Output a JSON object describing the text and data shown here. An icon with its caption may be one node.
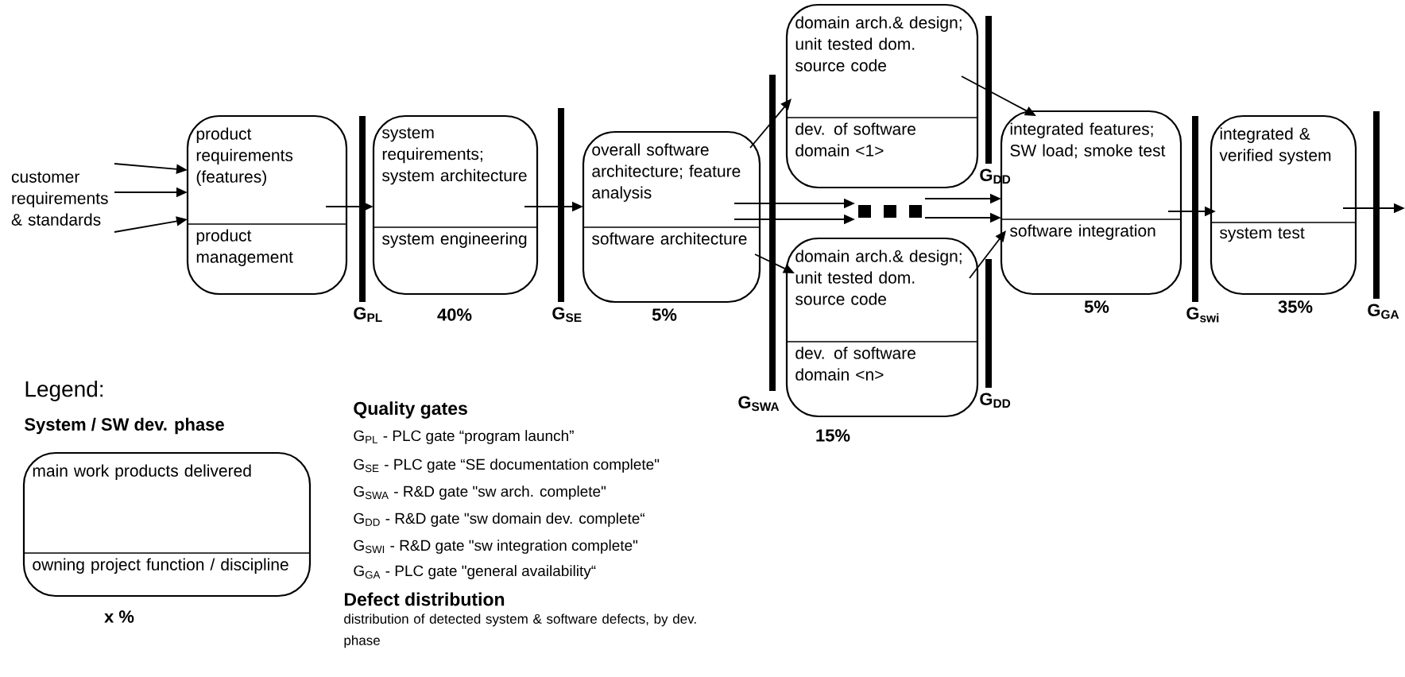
{
  "diagram": {
    "nodes": [
      {
        "text": [
          "customer requirements & standards"
        ]
      },
      {
        "text": [
          "product requirements (features)",
          "product management"
        ]
      },
      {
        "text": [
          "system requirements; system architecture",
          "system engineering"
        ],
        "beside": [
          "40%"
        ]
      },
      {
        "text": [
          "overall software architecture; feature analysis",
          "software architecture"
        ],
        "beside": [
          "5%"
        ]
      },
      {
        "text": [
          "domain arch.& design; unit tested dom. source code",
          "dev. of software domain <1>"
        ]
      },
      {
        "text": [
          "domain arch.& design; unit tested dom. source code",
          "dev. of software domain <n>"
        ],
        "beside": [
          "15%"
        ]
      },
      {
        "text": [],
        "shape": "box"
      },
      {
        "text": [
          "integrated features; SW load; smoke test",
          "software integration"
        ],
        "beside": [
          "5%"
        ]
      },
      {
        "text": [
          "integrated & verified system",
          "system test"
        ],
        "beside": [
          "35%"
        ]
      },
      {
        "text": [
          "main work products delivered",
          "owning project function / discipline"
        ],
        "beside": [
          "x %"
        ]
      }
    ],
    "edges": [
      {
        "from": 0,
        "to": 1,
        "arrow": "to"
      },
      {
        "from": 0,
        "to": 1,
        "arrow": "to"
      },
      {
        "from": 0,
        "to": 1,
        "arrow": "to"
      },
      {
        "from": 1,
        "to": 2,
        "arrow": "to"
      },
      {
        "from": 2,
        "to": 3,
        "arrow": "to"
      },
      {
        "from": 3,
        "to": 4,
        "arrow": "to"
      },
      {
        "from": 3,
        "to": 6,
        "arrow": "to"
      },
      {
        "from": 3,
        "to": 6,
        "arrow": "to"
      },
      {
        "from": 3,
        "to": 5,
        "arrow": "to"
      },
      {
        "from": 4,
        "to": 7,
        "arrow": "to"
      },
      {
        "from": 5,
        "to": 7,
        "arrow": "to"
      },
      {
        "from": 6,
        "to": 7,
        "arrow": "to"
      },
      {
        "from": 6,
        "to": 7,
        "arrow": "to"
      },
      {
        "from": 7,
        "to": 8,
        "arrow": "to"
      },
      {
        "from": 8,
        "to": null,
        "arrow": "to"
      }
    ],
    "labels": [
      "G$_{PL}$",
      "G$_{SE}$",
      "G$_{SWA}$",
      "G$_{DD}$",
      "G$_{DD}$",
      "G$_{swi}$",
      "G$_{GA}$",
      "Legend:",
      "System / SW dev. phase",
      "Quality gates",
      "G$_{PL}$ - PLC gate “program launch”",
      "G$_{SE}$ - PLC gate “SE documentation complete\"",
      "G$_{SWA}$ - R&D gate \"sw arch. complete\"",
      "G$_{DD}$ - R&D gate \"sw domain dev. complete“",
      "G$_{SWI}$ - R&D gate \"sw integration complete\"",
      "G$_{GA}$ - PLC gate \"general availability“",
      "Defect distribution",
      "distribution of detected system & software defects, by dev. phase"
    ]
  }
}
